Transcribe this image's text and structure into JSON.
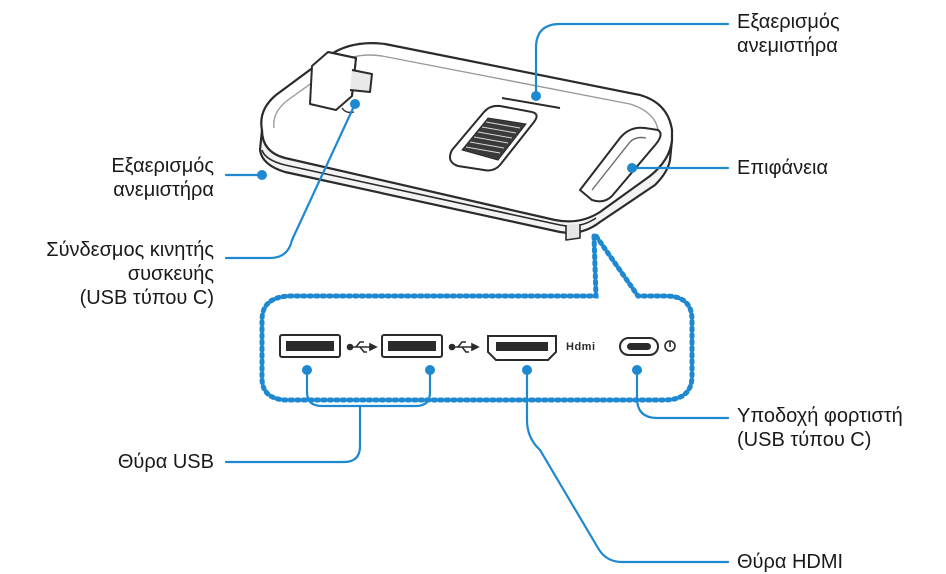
{
  "labels": {
    "fan_vent_top": [
      "Εξαερισμός",
      "ανεμιστήρα"
    ],
    "surface": "Επιφάνεια",
    "fan_vent_side": [
      "Εξαερισμός",
      "ανεμιστήρα"
    ],
    "device_connector": [
      "Σύνδεσμος κινητής",
      "συσκευής",
      "(USB τύπου C)"
    ],
    "usb_ports": "Θύρα USB",
    "charger_socket": [
      "Υποδοχή φορτιστή",
      "(USB τύπου C)"
    ],
    "hdmi_port": "Θύρα HDMI"
  },
  "port_icons": {
    "usb_1": "usb-symbol-icon",
    "usb_2": "usb-symbol-icon",
    "hdmi": "hdmi-logo-icon",
    "power": "power-icon"
  },
  "colors": {
    "callout": "#1e88d0",
    "outline": "#2b2b2b",
    "dotted_frame": "#1e88d0"
  }
}
